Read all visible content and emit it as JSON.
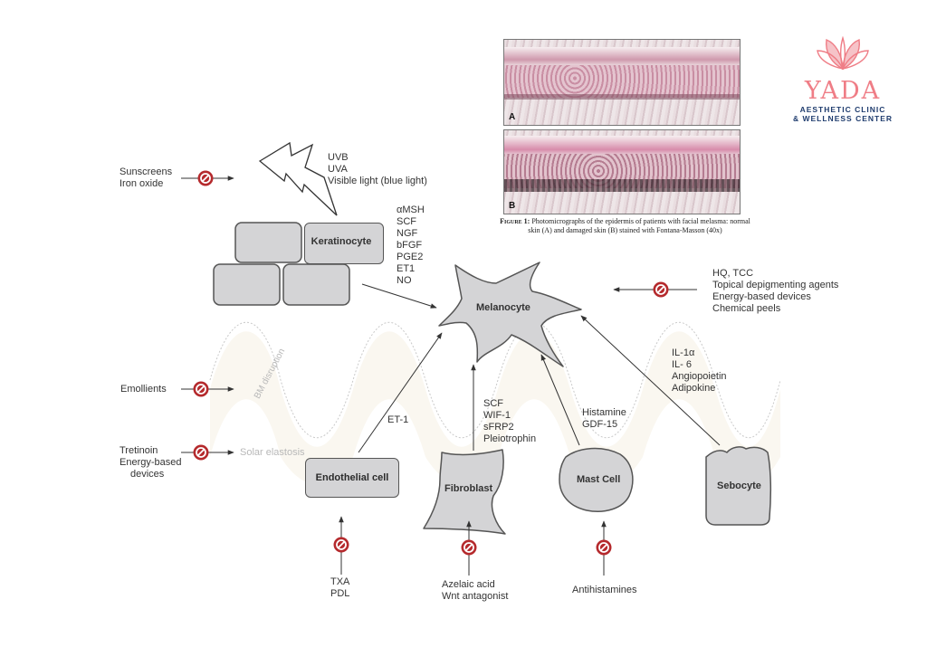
{
  "diagram": {
    "light_sources": [
      "UVB",
      "UVA",
      "Visible light (blue light)"
    ],
    "sunscreen_inhibitors": [
      "Sunscreens",
      "Iron oxide"
    ],
    "keratinocyte_label": "Keratinocyte",
    "keratinocyte_factors": [
      "αMSH",
      "SCF",
      "NGF",
      "bFGF",
      "PGE2",
      "ET1",
      "NO"
    ],
    "melanocyte_label": "Melanocyte",
    "depigmenting_treatments": [
      "HQ, TCC",
      "Topical depigmenting agents",
      "Energy-based devices",
      "Chemical peels"
    ],
    "sebocyte_factors": [
      "IL-1α",
      "IL- 6",
      "Angiopoietin",
      "Adipokine"
    ],
    "emollients_label": "Emollients",
    "bm_disruption_label": "BM disruption",
    "tretinoin_treatments": [
      "Tretinoin",
      "Energy-based",
      "devices"
    ],
    "solar_elastosis_label": "Solar elastosis",
    "endothelial_factor": "ET-1",
    "fibroblast_factors": [
      "SCF",
      "WIF-1",
      "sFRP2",
      "Pleiotrophin"
    ],
    "mast_cell_factors": [
      "Histamine",
      "GDF-15"
    ],
    "endothelial_label": "Endothelial cell",
    "fibroblast_label": "Fibroblast",
    "mast_cell_label": "Mast Cell",
    "sebocyte_label": "Sebocyte",
    "endothelial_inhibitors": [
      "TXA",
      "PDL"
    ],
    "fibroblast_inhibitors": [
      "Azelaic acid",
      "Wnt antagonist"
    ],
    "mast_cell_inhibitors": [
      "Antihistamines"
    ]
  },
  "figure": {
    "panel_a_label": "A",
    "panel_b_label": "B",
    "caption_prefix": "Figure 1:",
    "caption_text": "Photomicrographs of the epidermis of patients with facial melasma: normal skin (A) and damaged skin (B) stained with Fontana-Masson (40x)"
  },
  "logo": {
    "name": "YADA",
    "line1": "AESTHETIC CLINIC",
    "line2": "& WELLNESS CENTER",
    "icon": "lotus-icon",
    "color": "#ef7d86",
    "text_color": "#1f3c6e"
  },
  "colors": {
    "cell_fill": "#d4d4d6",
    "inhibitor_red": "#b52a2d",
    "outline": "#555555"
  }
}
